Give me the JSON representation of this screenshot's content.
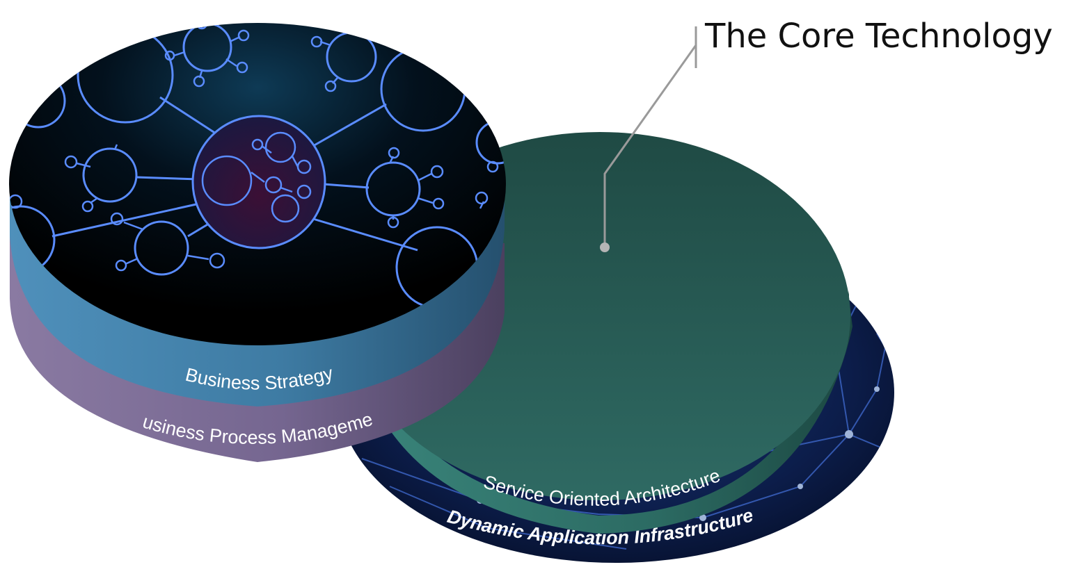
{
  "callout": {
    "title": "The Core Technology"
  },
  "layers": {
    "business_strategy": "Business Strategy",
    "business_process_management": "Business Process Management",
    "service_oriented_architecture": "Service Oriented Architecture",
    "dynamic_application_infrastructure": "Dynamic Application Infrastructure"
  },
  "colors": {
    "business_strategy_band": "#3f7fa8",
    "business_process_band": "#7a6a92",
    "soa_disk": "#2e6a63",
    "dai_disk": "#0b1c48",
    "network_line": "#5a8cff",
    "leader_line": "#9a9a9a"
  }
}
